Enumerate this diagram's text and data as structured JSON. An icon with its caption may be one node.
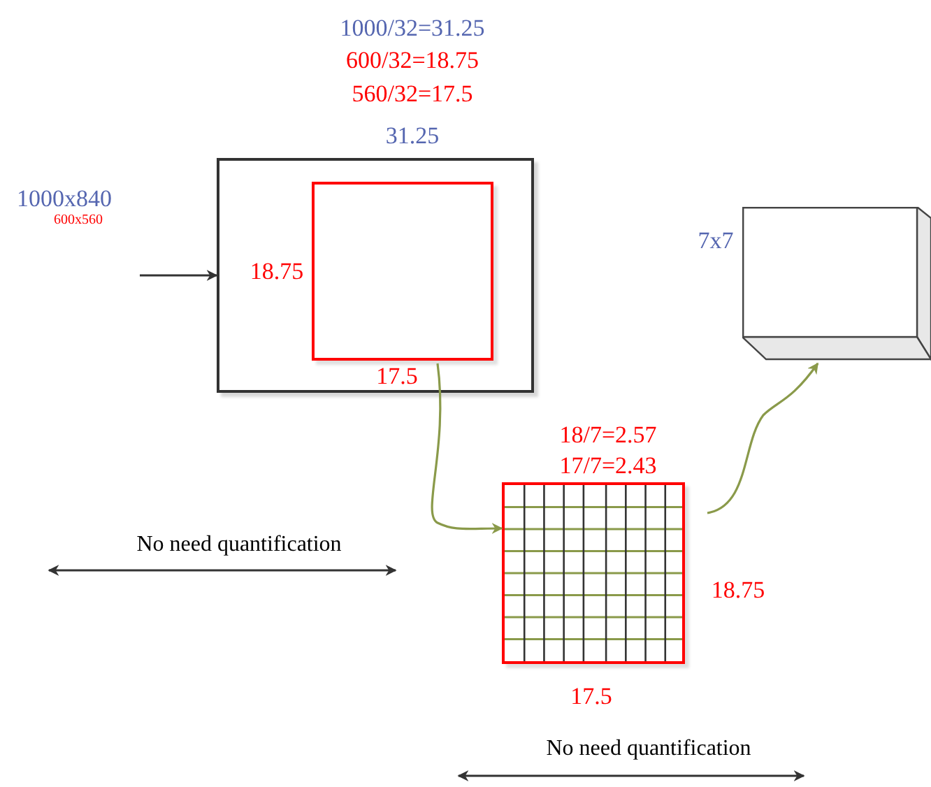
{
  "diagram": {
    "nodes": [
      {
        "text": [],
        "shape": "box",
        "beside": [
          "31.25"
        ]
      },
      {
        "text": [],
        "shape": "box",
        "in": 0,
        "beside": [
          "18.75",
          "17.5"
        ]
      },
      {
        "text": [],
        "shape": "box",
        "beside": [
          "18/7=2.57",
          "17/7=2.43",
          "18.75",
          "17.5"
        ]
      },
      {
        "text": [],
        "shape": "box",
        "beside": [
          "7x7"
        ]
      }
    ],
    "edges": [
      {
        "from": null,
        "to": 0,
        "arrow": "to",
        "color": "#333333"
      },
      {
        "from": 1,
        "to": 2,
        "arrow": "to",
        "color": "#8a9a4a"
      },
      {
        "from": 2,
        "to": 3,
        "arrow": "to",
        "color": "#8a9a4a"
      }
    ],
    "labels": [
      "1000/32=31.25",
      "600/32=18.75",
      "560/32=17.5",
      "1000x840",
      "600x560",
      "No need quantification",
      "No need quantification"
    ]
  }
}
